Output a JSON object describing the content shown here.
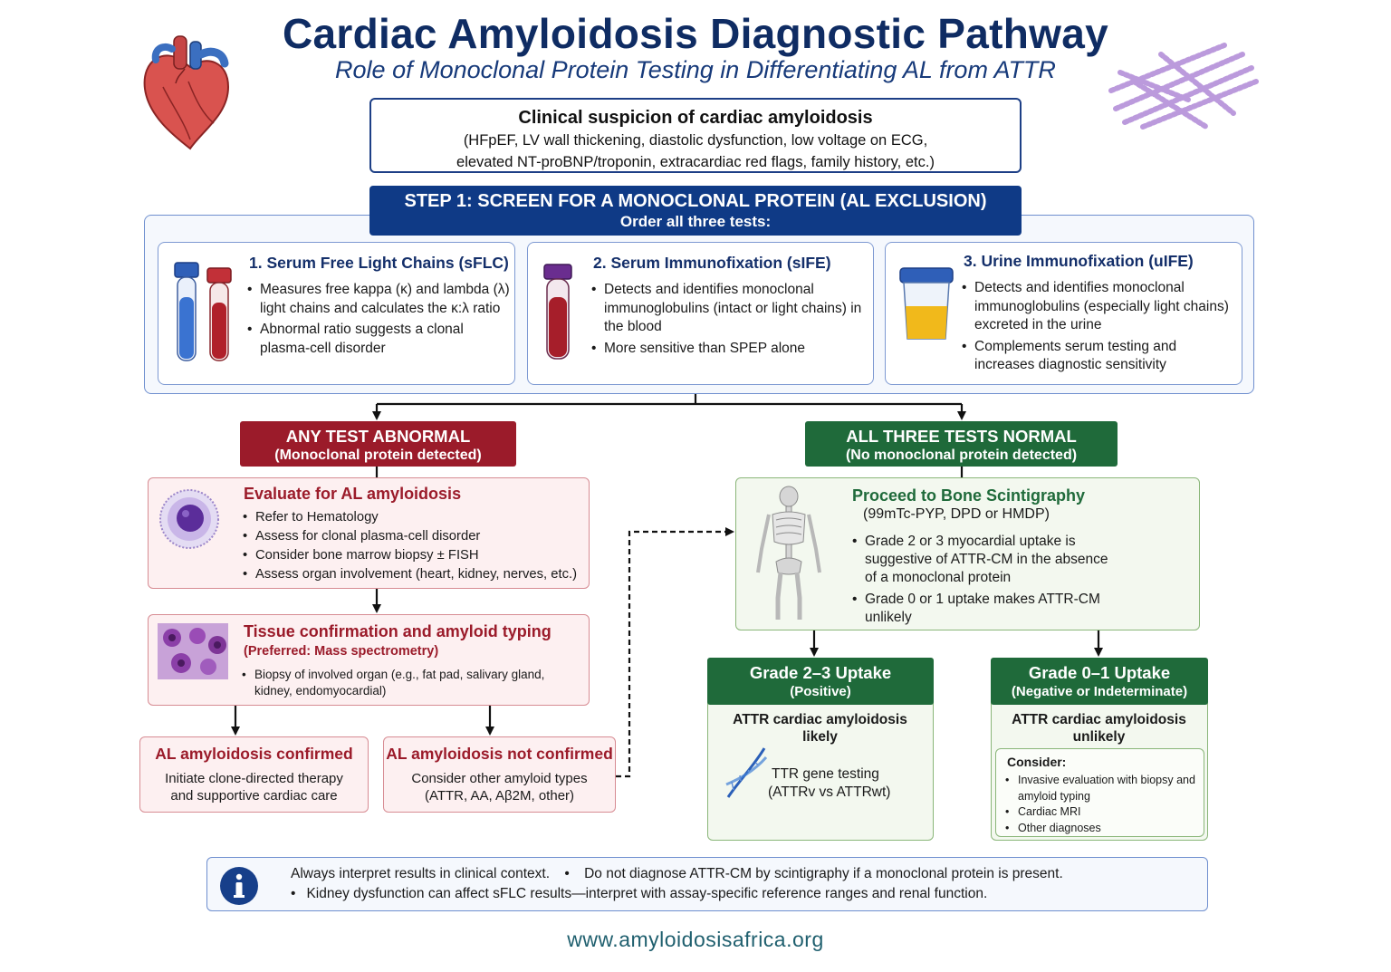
{
  "header": {
    "title": "Cardiac Amyloidosis Diagnostic Pathway",
    "subtitle": "Role of Monoclonal Protein Testing in Differentiating AL from ATTR"
  },
  "clinical": {
    "title": "Clinical suspicion of cardiac amyloidosis",
    "line1": "(HFpEF, LV wall thickening, diastolic dysfunction, low voltage on ECG,",
    "line2": "elevated NT-proBNP/troponin, extracardiac red flags, family history, etc.)"
  },
  "step1": {
    "title": "STEP 1:  SCREEN FOR A MONOCLONAL PROTEIN (AL EXCLUSION)",
    "subtitle": "Order all three tests:"
  },
  "tests": [
    {
      "title": "1. Serum Free Light Chains (sFLC)",
      "bullets": [
        "Measures free kappa (κ) and lambda (λ) light chains and calculates the κ:λ ratio",
        "Abnormal ratio suggests a clonal plasma-cell disorder"
      ]
    },
    {
      "title": "2. Serum Immunofixation (sIFE)",
      "bullets": [
        "Detects and identifies monoclonal immunoglobulins (intact or light chains) in the blood",
        "More sensitive than SPEP alone"
      ]
    },
    {
      "title": "3. Urine Immunofixation (uIFE)",
      "bullets": [
        "Detects and identifies monoclonal immunoglobulins (especially light chains) excreted in the urine",
        "Complements serum testing and increases diagnostic sensitivity"
      ]
    }
  ],
  "abnormal": {
    "title": "ANY TEST ABNORMAL",
    "subtitle": "(Monoclonal protein detected)"
  },
  "normal": {
    "title": "ALL THREE TESTS NORMAL",
    "subtitle": "(No monoclonal protein detected)"
  },
  "eval_al": {
    "title": "Evaluate for AL amyloidosis",
    "bullets": [
      "Refer to Hematology",
      "Assess for clonal plasma-cell disorder",
      "Consider bone marrow biopsy ± FISH",
      "Assess organ involvement (heart, kidney, nerves, etc.)"
    ]
  },
  "tissue": {
    "title": "Tissue confirmation and amyloid typing",
    "subtitle": "(Preferred: Mass spectrometry)",
    "bullet": "Biopsy of involved organ (e.g., fat pad, salivary gland, kidney, endomyocardial)"
  },
  "al_confirmed": {
    "title": "AL amyloidosis confirmed",
    "line1": "Initiate clone-directed therapy",
    "line2": "and supportive cardiac care"
  },
  "al_not_confirmed": {
    "title": "AL amyloidosis not confirmed",
    "line1": "Consider other amyloid types",
    "line2": "(ATTR, AA, Aβ2M, other)"
  },
  "bone": {
    "title": "Proceed to Bone Scintigraphy",
    "subtitle": "(99mTc-PYP, DPD or HMDP)",
    "bullets": [
      "Grade 2 or 3 myocardial uptake is suggestive of ATTR-CM in the absence of a monoclonal protein",
      "Grade 0 or 1 uptake makes ATTR-CM unlikely"
    ]
  },
  "grade23": {
    "title": "Grade 2–3 Uptake",
    "subtitle": "(Positive)",
    "result_line1": "ATTR cardiac amyloidosis",
    "result_line2": "likely",
    "ttr_line1": "TTR gene testing",
    "ttr_line2": "(ATTRv  vs ATTRwt)"
  },
  "grade01": {
    "title": "Grade 0–1 Uptake",
    "subtitle": "(Negative or Indeterminate)",
    "result_line1": "ATTR cardiac amyloidosis",
    "result_line2": "unlikely",
    "consider_title": "Consider:",
    "consider": [
      "Invasive evaluation with biopsy and amyloid typing",
      "Cardiac MRI",
      "Other diagnoses"
    ]
  },
  "note": {
    "line1a": "Always interpret results in clinical context.",
    "line1b": "Do not diagnose ATTR-CM by scintigraphy if a monoclonal protein is present.",
    "line2": "Kidney dysfunction can affect sFLC results—interpret with assay-specific reference ranges and renal function."
  },
  "footer": {
    "website": "www.amyloidosisafrica.org"
  },
  "icons": [
    "heart-icon",
    "amyloid-fibril-icon",
    "blood-tube-icon",
    "urine-cup-icon",
    "plasma-cell-icon",
    "tissue-histology-icon",
    "skeleton-icon",
    "dna-icon",
    "info-icon"
  ],
  "colors": {
    "navy": "#0f3a86",
    "title": "#0f2c63",
    "red": "#9b1b2a",
    "green": "#1f6a3a",
    "red_fill": "#fdf0f1",
    "green_fill": "#f3f8ef"
  }
}
